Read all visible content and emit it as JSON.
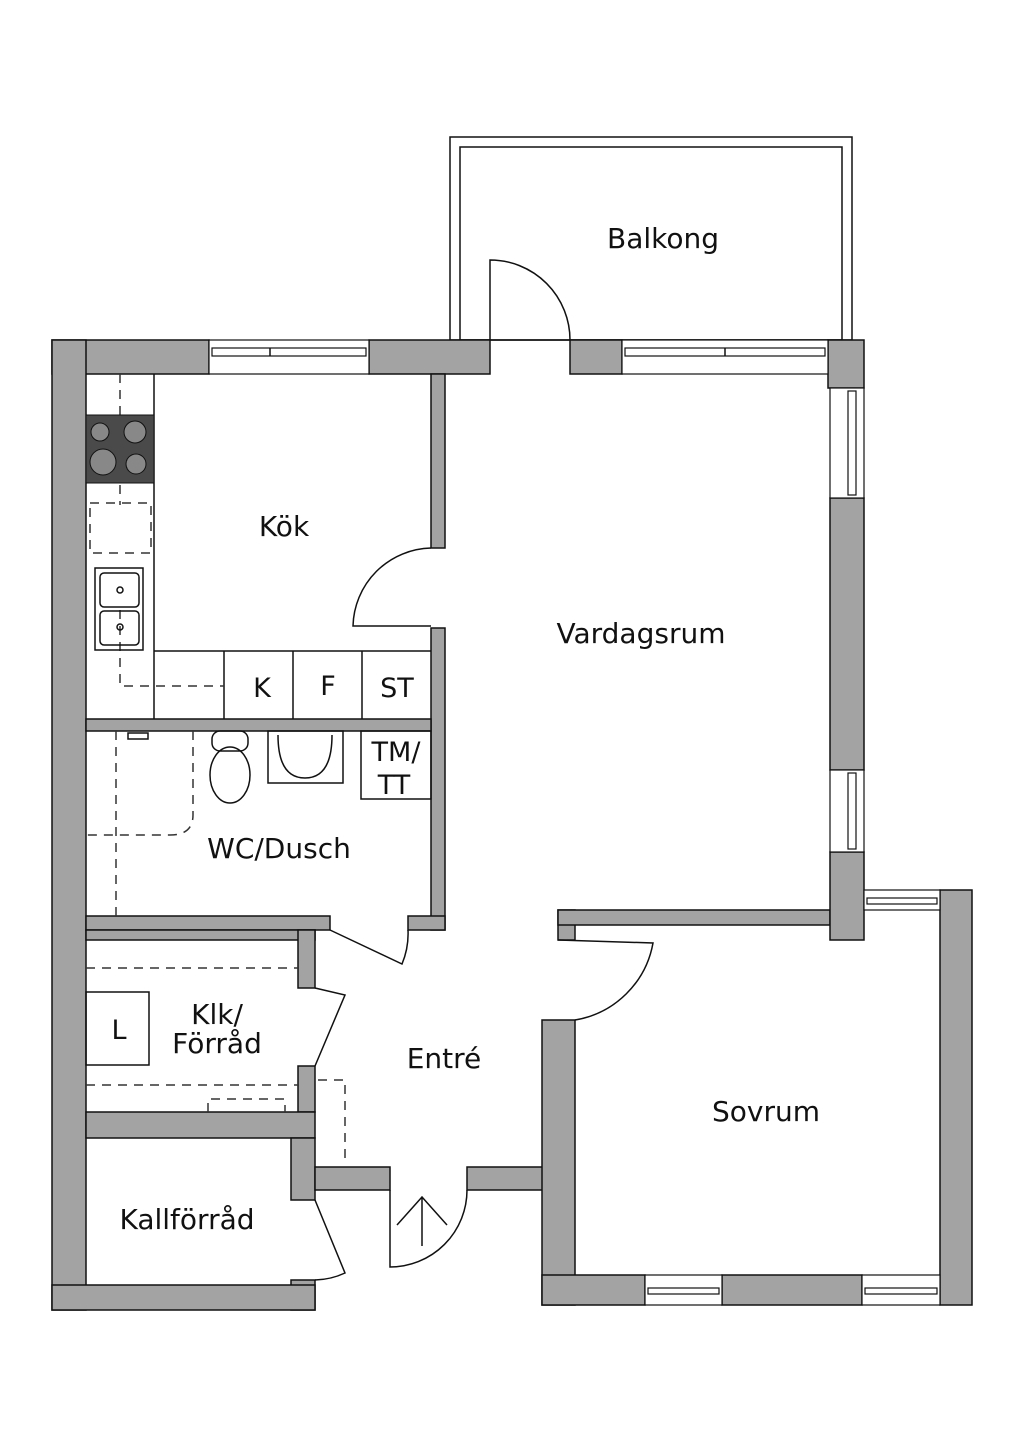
{
  "rooms": {
    "balkong": "Balkong",
    "kok": "Kök",
    "vardagsrum": "Vardagsrum",
    "wc": "WC/Dusch",
    "klk_line1": "Klk/",
    "klk_line2": "Förråd",
    "entre": "Entré",
    "sovrum": "Sovrum",
    "kallforrad": "Kallförråd"
  },
  "fixtures": {
    "k": "K",
    "f": "F",
    "st": "ST",
    "tm_line1": "TM/",
    "tm_line2": "TT",
    "l": "L"
  },
  "colors": {
    "wall": "#a3a3a3",
    "stove": "#4a4a4a",
    "line": "#111111"
  }
}
